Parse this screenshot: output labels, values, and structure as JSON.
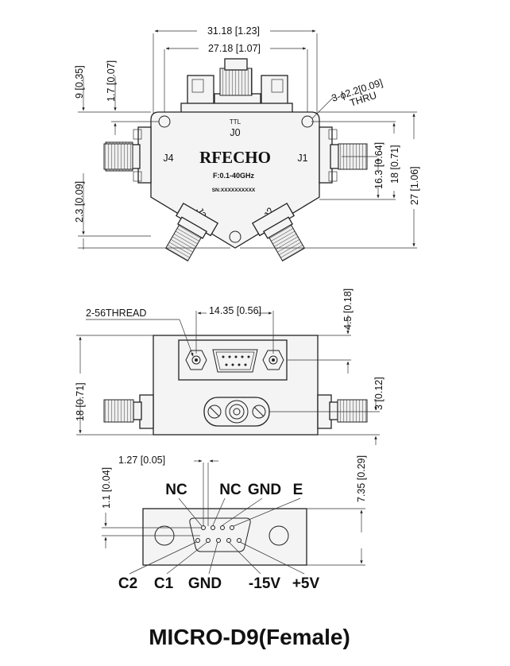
{
  "top_view": {
    "dims": {
      "overall_width": "31.18 [1.23]",
      "hole_spacing": "27.18 [1.07]",
      "height_9": "9 [0.35]",
      "height_1_7": "1.7 [0.07]",
      "hole_spec_line1": "3-ϕ2.2[0.09]",
      "hole_spec_line2": "THRU",
      "dim_16_3": "16.3 [0.64]",
      "dim_18": "18 [0.71]",
      "dim_27": "27 [1.06]",
      "dim_2_3": "2.3 [0.09]"
    },
    "labels": {
      "ttl": "TTL",
      "j0": "J0",
      "j1": "J1",
      "j2": "J2",
      "j3": "J3",
      "j4": "J4",
      "brand": "RFECHO",
      "freq": "F:0.1-40GHz",
      "sn": "SN:XXXXXXXXXX"
    }
  },
  "side_view": {
    "thread_label": "2-56THREAD",
    "dim_14_35": "14.35 [0.56]",
    "dim_4_5": "4.5 [0.18]",
    "dim_18": "18 [0.71]",
    "dim_3": "3 [0.12]"
  },
  "connector_view": {
    "dim_1_27": "1.27 [0.05]",
    "dim_1_1": "1.1 [0.04]",
    "dim_7_35": "7.35 [0.29]",
    "pins_top": [
      "NC",
      "NC",
      "GND",
      "E"
    ],
    "pins_bottom": [
      "C2",
      "C1",
      "GND",
      "-15V",
      "+5V"
    ]
  },
  "caption": "MICRO-D9(Female)"
}
